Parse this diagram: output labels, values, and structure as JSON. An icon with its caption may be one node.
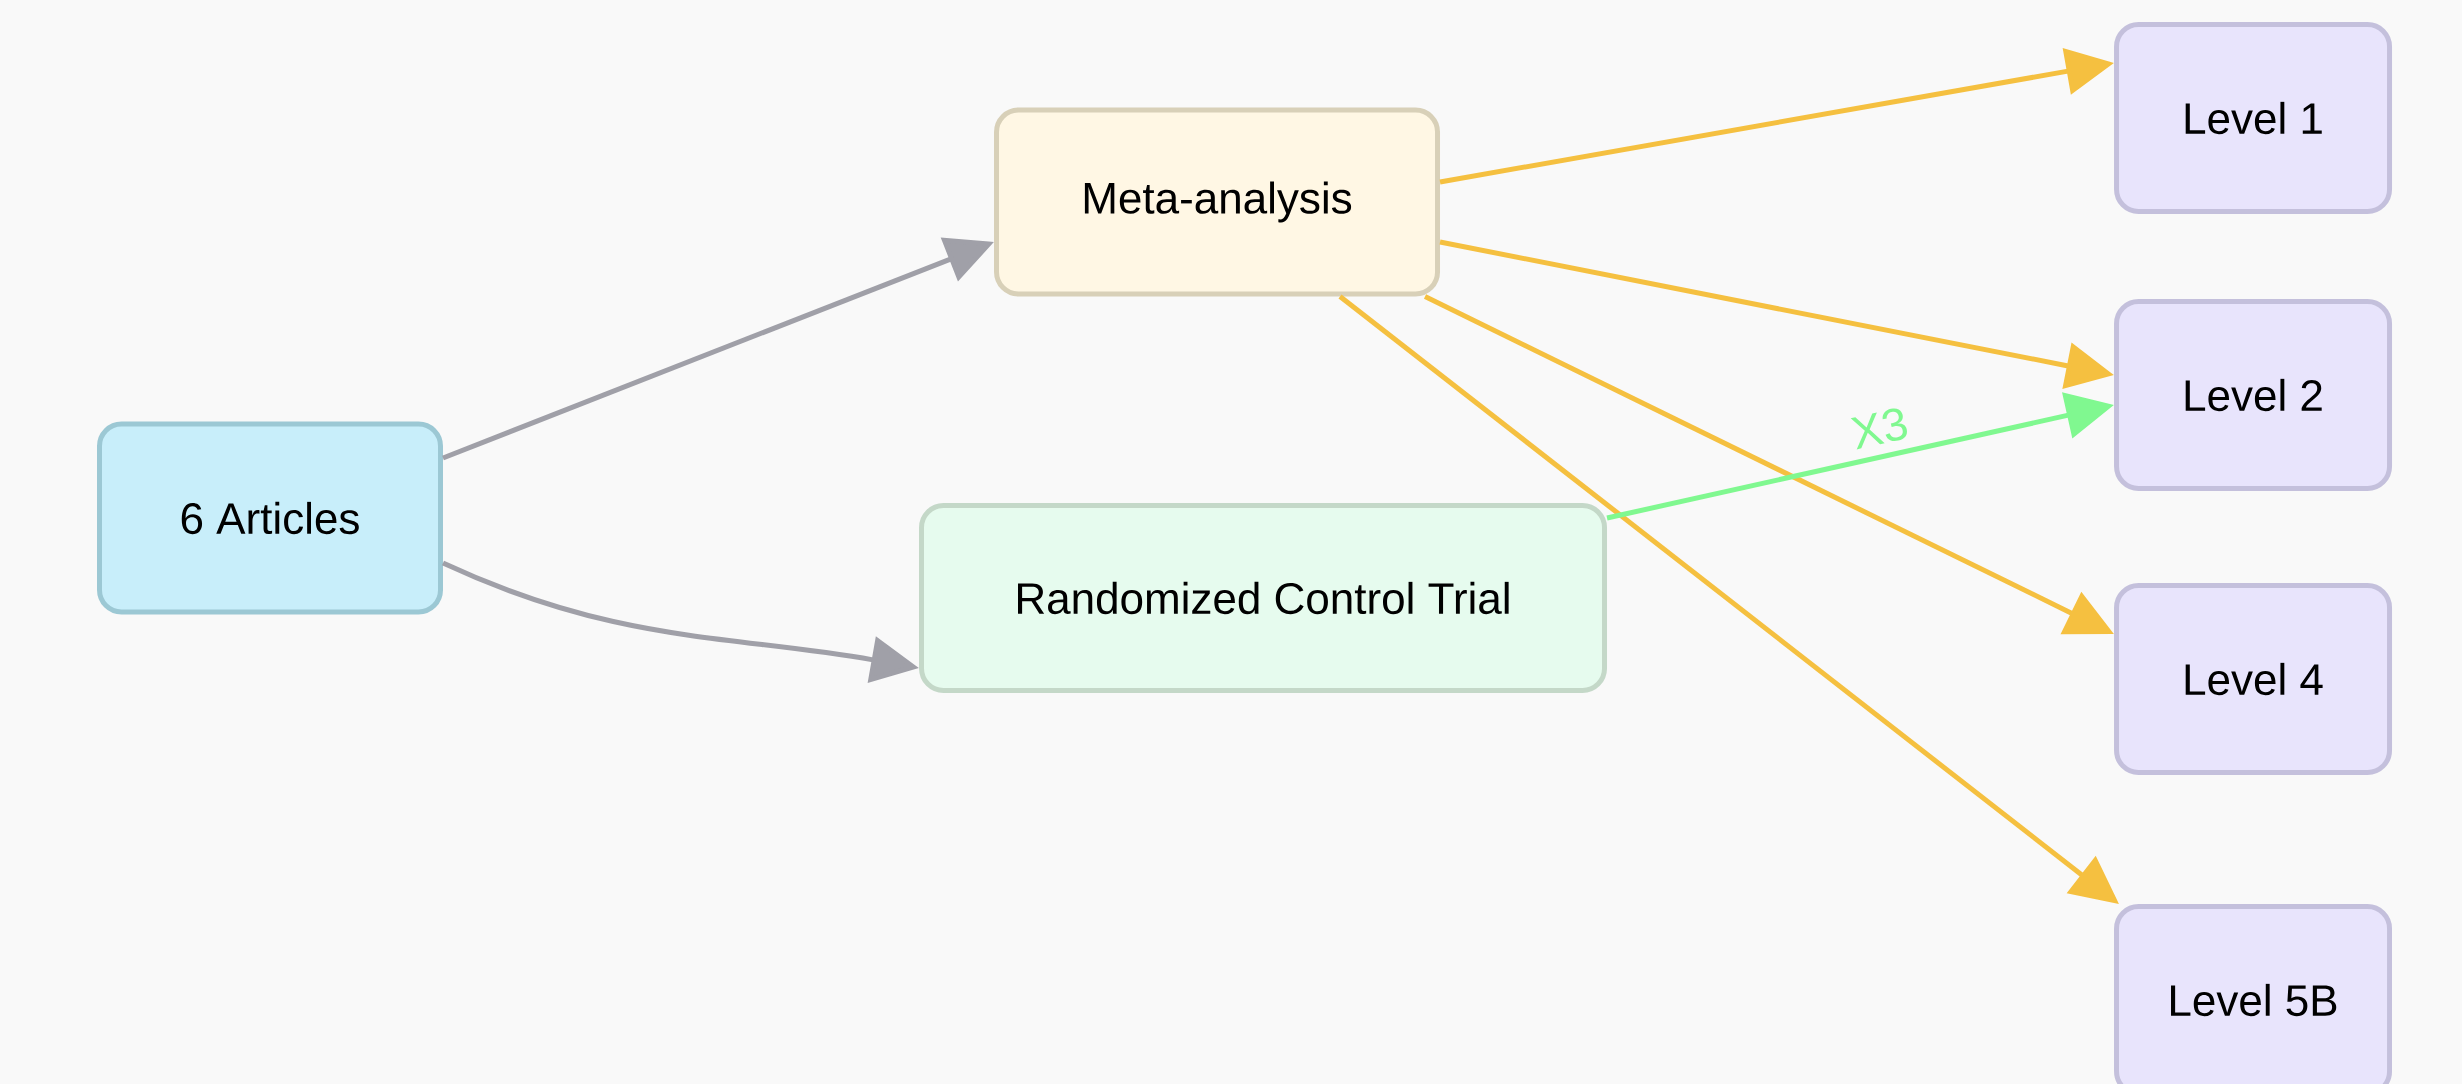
{
  "diagram": {
    "nodes": [
      {
        "text": [
          "6 Articles"
        ]
      },
      {
        "text": [
          "Meta-analysis"
        ]
      },
      {
        "text": [
          "Randomized Control Trial"
        ]
      },
      {
        "text": [
          "Level 1"
        ]
      },
      {
        "text": [
          "Level 2"
        ]
      },
      {
        "text": [
          "Level 4"
        ]
      },
      {
        "text": [
          "Level 5B"
        ]
      }
    ],
    "edges": [
      {
        "from": 0,
        "to": 1,
        "arrow": "to",
        "color": "#a0a0a8"
      },
      {
        "from": 0,
        "to": 2,
        "arrow": "to",
        "color": "#a0a0a8"
      },
      {
        "from": 1,
        "to": 3,
        "arrow": "to"
      },
      {
        "from": 1,
        "to": 4,
        "arrow": "to"
      },
      {
        "from": 1,
        "to": 5,
        "arrow": "to"
      },
      {
        "from": 1,
        "to": 6,
        "arrow": "to"
      },
      {
        "from": 2,
        "to": 4,
        "arrow": "to",
        "label": "X3",
        "color": "#80f890"
      }
    ]
  }
}
